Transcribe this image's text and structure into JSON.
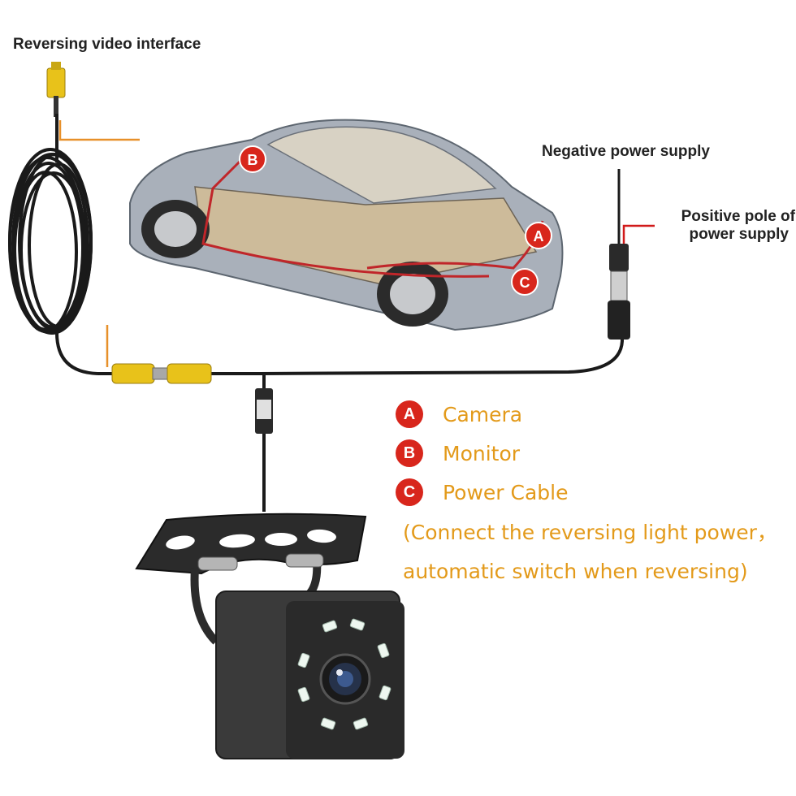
{
  "labels": {
    "video_interface": "Reversing video interface",
    "negative_power": "Negative power supply",
    "positive_power_line1": "Positive pole of",
    "positive_power_line2": "power supply"
  },
  "markers": {
    "a": "A",
    "b": "B",
    "c": "C"
  },
  "legend": [
    {
      "key": "A",
      "text": "Camera"
    },
    {
      "key": "B",
      "text": "Monitor"
    },
    {
      "key": "C",
      "text": "Power Cable"
    }
  ],
  "note": {
    "line1": "(Connect the reversing light power，",
    "line2": "automatic switch when reversing)"
  },
  "colors": {
    "legend_text": "#e39a1a",
    "badge": "#d8261c",
    "cable": "#1a1a1a",
    "rca_yellow": "#e8c21a",
    "wire_red": "#d11a1a",
    "leader_orange": "#e7902a"
  }
}
